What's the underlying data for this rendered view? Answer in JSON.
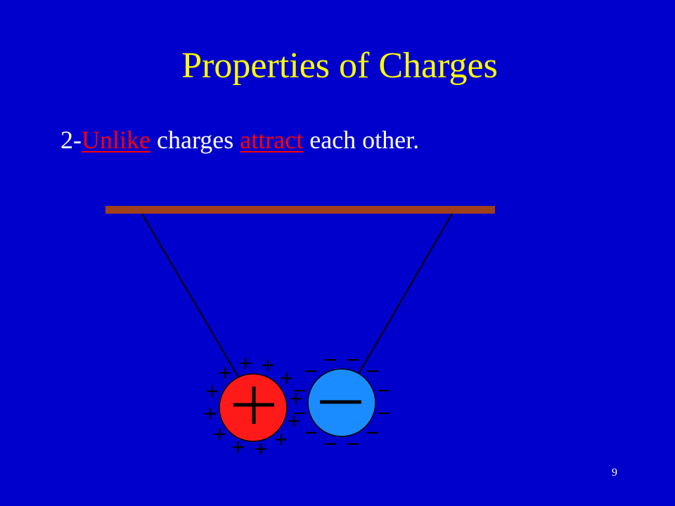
{
  "slide": {
    "title": "Properties of Charges",
    "bullet": {
      "prefix": "2-",
      "word1": "Unlike",
      "middle": " charges ",
      "word2": "attract",
      "suffix": " each other."
    },
    "page_number": "9"
  },
  "colors": {
    "background": "#0000CC",
    "title": "#FFFF00",
    "body_text": "#FFFFFF",
    "emphasis": "#FF0000",
    "bar": "#A0401A",
    "string": "#000000",
    "positive_sphere": "#FF1A1A",
    "negative_sphere": "#1A8CFF",
    "charge_symbol": "#000000"
  },
  "figure": {
    "positive_sphere": {
      "charge": "positive",
      "surrounding_plus_signs": 12
    },
    "negative_sphere": {
      "charge": "negative",
      "surrounding_minus_signs": 12
    },
    "icons": [
      "bar-support-icon",
      "string-icon",
      "positive-sphere-icon",
      "negative-sphere-icon"
    ]
  }
}
